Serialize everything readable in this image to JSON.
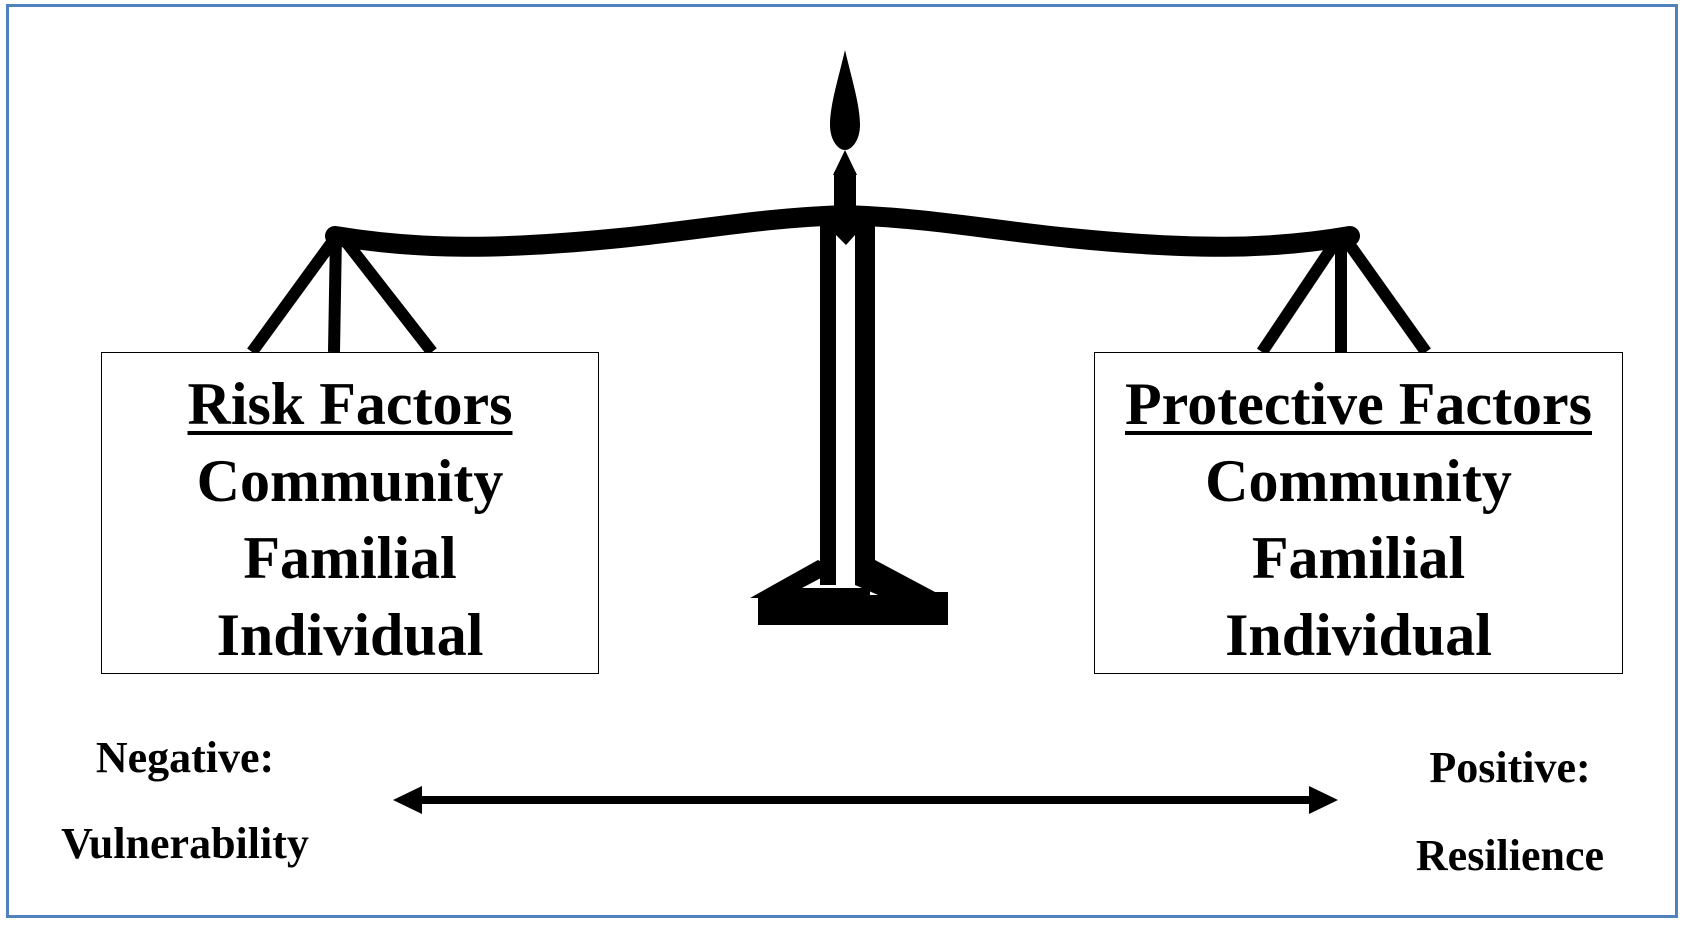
{
  "risk": {
    "title": "Risk Factors",
    "items": [
      "Community",
      "Familial",
      "Individual"
    ]
  },
  "protective": {
    "title": "Protective Factors",
    "items": [
      "Community",
      "Familial",
      "Individual"
    ]
  },
  "continuum": {
    "negative_label": "Negative:",
    "negative_value": "Vulnerability",
    "positive_label": "Positive:",
    "positive_value": "Resilience"
  },
  "colors": {
    "frame": "#4f81bd",
    "ink": "#000000"
  }
}
